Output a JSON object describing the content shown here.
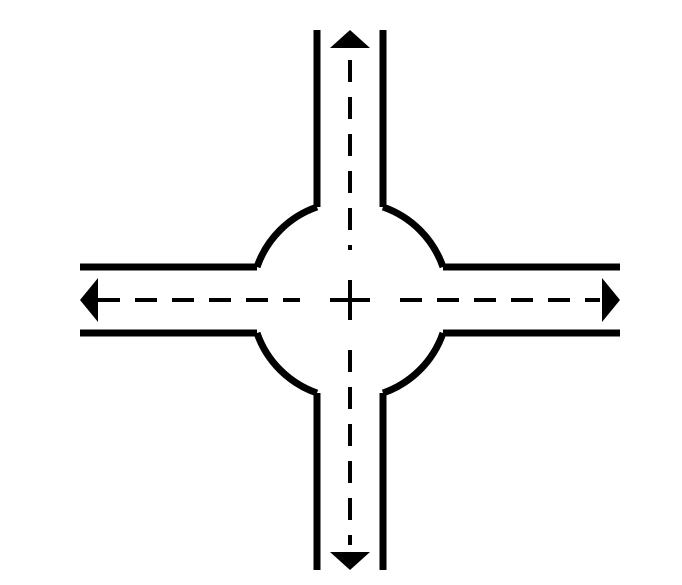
{
  "diagram": {
    "stroke_color": "#000000",
    "background_color": "#ffffff",
    "roads": [
      {
        "direction": "north",
        "arrow": "arrow-up-icon"
      },
      {
        "direction": "south",
        "arrow": "arrow-down-icon"
      },
      {
        "direction": "west",
        "arrow": "arrow-left-icon"
      },
      {
        "direction": "east",
        "arrow": "arrow-right-icon"
      }
    ],
    "center_mark": "plus-icon"
  }
}
